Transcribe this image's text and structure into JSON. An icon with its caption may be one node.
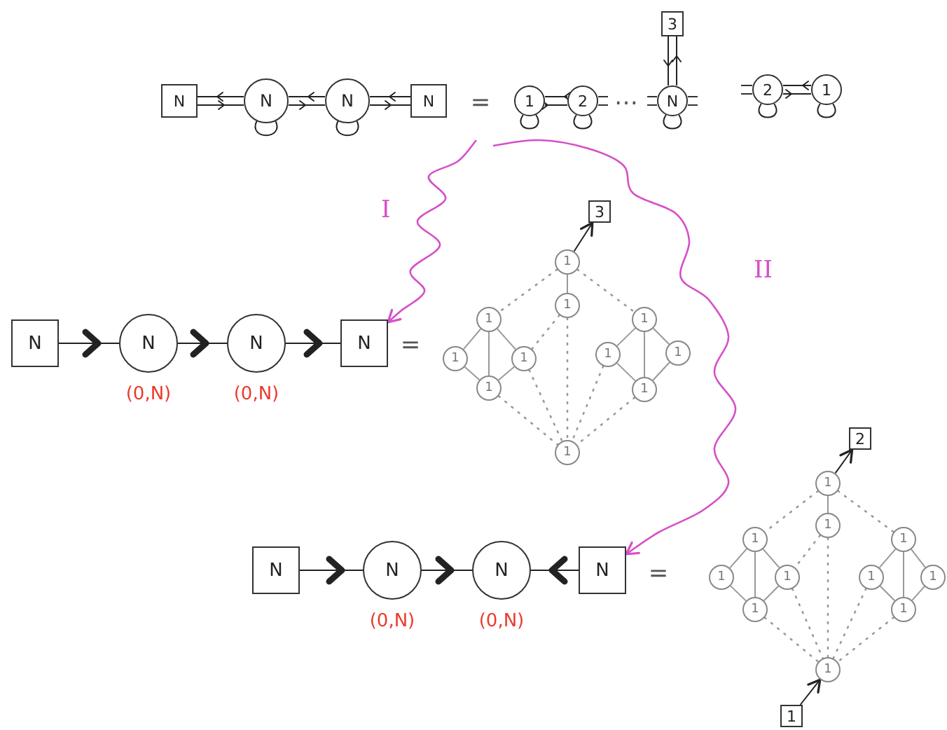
{
  "diagram": {
    "nodes": [
      {
        "text": [
          "3"
        ]
      },
      {
        "text": [
          "N"
        ]
      },
      {
        "text": [
          "N"
        ]
      },
      {
        "text": [
          "N"
        ]
      },
      {
        "text": [
          "N"
        ]
      },
      {
        "text": [
          "1"
        ]
      },
      {
        "text": [
          "2"
        ]
      },
      {
        "text": [
          "N"
        ]
      },
      {
        "text": [
          "2"
        ]
      },
      {
        "text": [
          "1"
        ]
      },
      {
        "text": [
          "N"
        ]
      },
      {
        "text": [
          "N"
        ],
        "beside": [
          "(0,N)"
        ]
      },
      {
        "text": [
          "N"
        ],
        "beside": [
          "(0,N)"
        ]
      },
      {
        "text": [
          "N"
        ]
      },
      {
        "text": [
          "3"
        ]
      },
      {
        "text": [
          "1"
        ]
      },
      {
        "text": [
          "1"
        ]
      },
      {
        "text": [
          "1"
        ]
      },
      {
        "text": [
          "1"
        ]
      },
      {
        "text": [
          "1"
        ]
      },
      {
        "text": [
          "1"
        ]
      },
      {
        "text": [
          "1"
        ]
      },
      {
        "text": [
          "1"
        ]
      },
      {
        "text": [
          "1"
        ]
      },
      {
        "text": [
          "1"
        ]
      },
      {
        "text": [
          "1"
        ]
      },
      {
        "text": [
          "2"
        ]
      },
      {
        "text": [
          "1"
        ]
      },
      {
        "text": [
          "1"
        ]
      },
      {
        "text": [
          "1"
        ]
      },
      {
        "text": [
          "1"
        ]
      },
      {
        "text": [
          "1"
        ]
      },
      {
        "text": [
          "1"
        ]
      },
      {
        "text": [
          "1"
        ]
      },
      {
        "text": [
          "1"
        ]
      },
      {
        "text": [
          "1"
        ]
      },
      {
        "text": [
          "1"
        ]
      },
      {
        "text": [
          "1"
        ]
      },
      {
        "text": [
          "1"
        ]
      },
      {
        "text": [
          "N"
        ]
      },
      {
        "text": [
          "N"
        ],
        "beside": [
          "(0,N)"
        ]
      },
      {
        "text": [
          "N"
        ],
        "beside": [
          "(0,N)"
        ]
      },
      {
        "text": [
          "N"
        ]
      }
    ],
    "edges": [
      {
        "from": 2,
        "to": 1,
        "arrow": "to",
        "color": "#222222"
      },
      {
        "from": 1,
        "to": 2,
        "arrow": "to",
        "color": "#222222"
      },
      {
        "from": 3,
        "to": 2,
        "arrow": "to",
        "color": "#222222"
      },
      {
        "from": 2,
        "to": 3,
        "arrow": "to",
        "color": "#222222"
      },
      {
        "from": 4,
        "to": 3,
        "arrow": "to",
        "color": "#222222"
      },
      {
        "from": 3,
        "to": 4,
        "arrow": "to",
        "color": "#222222"
      },
      {
        "from": 5,
        "to": 6,
        "arrow": "to",
        "color": "#222222"
      },
      {
        "from": 6,
        "to": 5,
        "arrow": "to",
        "color": "#222222"
      },
      {
        "from": 7,
        "to": 0,
        "arrow": "to",
        "color": "#222222"
      },
      {
        "from": 0,
        "to": 7,
        "arrow": "to",
        "color": "#222222"
      },
      {
        "from": 8,
        "to": 9,
        "arrow": "to",
        "color": "#222222"
      },
      {
        "from": 9,
        "to": 8,
        "arrow": "to",
        "color": "#222222"
      },
      {
        "from": 2,
        "to": 2,
        "arrow": "none",
        "color": "#222222"
      },
      {
        "from": 3,
        "to": 3,
        "arrow": "none",
        "color": "#222222"
      },
      {
        "from": 5,
        "to": 5,
        "arrow": "none",
        "color": "#222222"
      },
      {
        "from": 6,
        "to": 6,
        "arrow": "none",
        "color": "#222222"
      },
      {
        "from": 7,
        "to": 7,
        "arrow": "none",
        "color": "#222222"
      },
      {
        "from": 8,
        "to": 8,
        "arrow": "none",
        "color": "#222222"
      },
      {
        "from": 9,
        "to": 9,
        "arrow": "none",
        "color": "#222222"
      },
      {
        "from": null,
        "to": 13,
        "arrow": "to",
        "label": "I",
        "color": "#d64fc8"
      },
      {
        "from": null,
        "to": 42,
        "arrow": "to",
        "label": "II",
        "color": "#d64fc8"
      },
      {
        "from": 10,
        "to": 11,
        "arrow": "to",
        "color": "#222222"
      },
      {
        "from": 11,
        "to": 12,
        "arrow": "to",
        "color": "#222222"
      },
      {
        "from": 12,
        "to": 13,
        "arrow": "to",
        "color": "#222222"
      },
      {
        "from": 15,
        "to": 14,
        "arrow": "to",
        "color": "#222222"
      },
      {
        "from": 15,
        "to": 16,
        "arrow": "none"
      },
      {
        "from": 17,
        "to": 18,
        "arrow": "none"
      },
      {
        "from": 17,
        "to": 19,
        "arrow": "none"
      },
      {
        "from": 17,
        "to": 20,
        "arrow": "none"
      },
      {
        "from": 18,
        "to": 20,
        "arrow": "none"
      },
      {
        "from": 19,
        "to": 20,
        "arrow": "none"
      },
      {
        "from": 22,
        "to": 21,
        "arrow": "none"
      },
      {
        "from": 22,
        "to": 23,
        "arrow": "none"
      },
      {
        "from": 22,
        "to": 24,
        "arrow": "none"
      },
      {
        "from": 21,
        "to": 24,
        "arrow": "none"
      },
      {
        "from": 23,
        "to": 24,
        "arrow": "none"
      },
      {
        "from": 15,
        "to": 17,
        "arrow": "none",
        "style": "dashed"
      },
      {
        "from": 15,
        "to": 22,
        "arrow": "none",
        "style": "dashed"
      },
      {
        "from": 16,
        "to": 19,
        "arrow": "none",
        "style": "dashed"
      },
      {
        "from": 16,
        "to": 25,
        "arrow": "none",
        "style": "dashed"
      },
      {
        "from": 19,
        "to": 25,
        "arrow": "none",
        "style": "dashed"
      },
      {
        "from": 21,
        "to": 25,
        "arrow": "none",
        "style": "dashed"
      },
      {
        "from": 20,
        "to": 25,
        "arrow": "none",
        "style": "dashed"
      },
      {
        "from": 24,
        "to": 25,
        "arrow": "none",
        "style": "dashed"
      },
      {
        "from": 39,
        "to": 40,
        "arrow": "to",
        "color": "#222222"
      },
      {
        "from": 40,
        "to": 41,
        "arrow": "to",
        "color": "#222222"
      },
      {
        "from": 42,
        "to": 41,
        "arrow": "to",
        "color": "#222222"
      },
      {
        "from": 27,
        "to": 26,
        "arrow": "to",
        "color": "#222222"
      },
      {
        "from": 38,
        "to": 37,
        "arrow": "to",
        "color": "#222222"
      },
      {
        "from": 27,
        "to": 28,
        "arrow": "none"
      },
      {
        "from": 29,
        "to": 30,
        "arrow": "none"
      },
      {
        "from": 29,
        "to": 31,
        "arrow": "none"
      },
      {
        "from": 29,
        "to": 32,
        "arrow": "none"
      },
      {
        "from": 30,
        "to": 32,
        "arrow": "none"
      },
      {
        "from": 31,
        "to": 32,
        "arrow": "none"
      },
      {
        "from": 34,
        "to": 33,
        "arrow": "none"
      },
      {
        "from": 34,
        "to": 35,
        "arrow": "none"
      },
      {
        "from": 34,
        "to": 36,
        "arrow": "none"
      },
      {
        "from": 33,
        "to": 36,
        "arrow": "none"
      },
      {
        "from": 35,
        "to": 36,
        "arrow": "none"
      },
      {
        "from": 27,
        "to": 29,
        "arrow": "none",
        "style": "dashed"
      },
      {
        "from": 27,
        "to": 34,
        "arrow": "none",
        "style": "dashed"
      },
      {
        "from": 28,
        "to": 31,
        "arrow": "none",
        "style": "dashed"
      },
      {
        "from": 28,
        "to": 37,
        "arrow": "none",
        "style": "dashed"
      },
      {
        "from": 31,
        "to": 37,
        "arrow": "none",
        "style": "dashed"
      },
      {
        "from": 33,
        "to": 37,
        "arrow": "none",
        "style": "dashed"
      },
      {
        "from": 32,
        "to": 37,
        "arrow": "none",
        "style": "dashed"
      },
      {
        "from": 36,
        "to": 37,
        "arrow": "none",
        "style": "dashed"
      }
    ],
    "labels": [
      "=",
      "…",
      "=",
      "="
    ]
  }
}
